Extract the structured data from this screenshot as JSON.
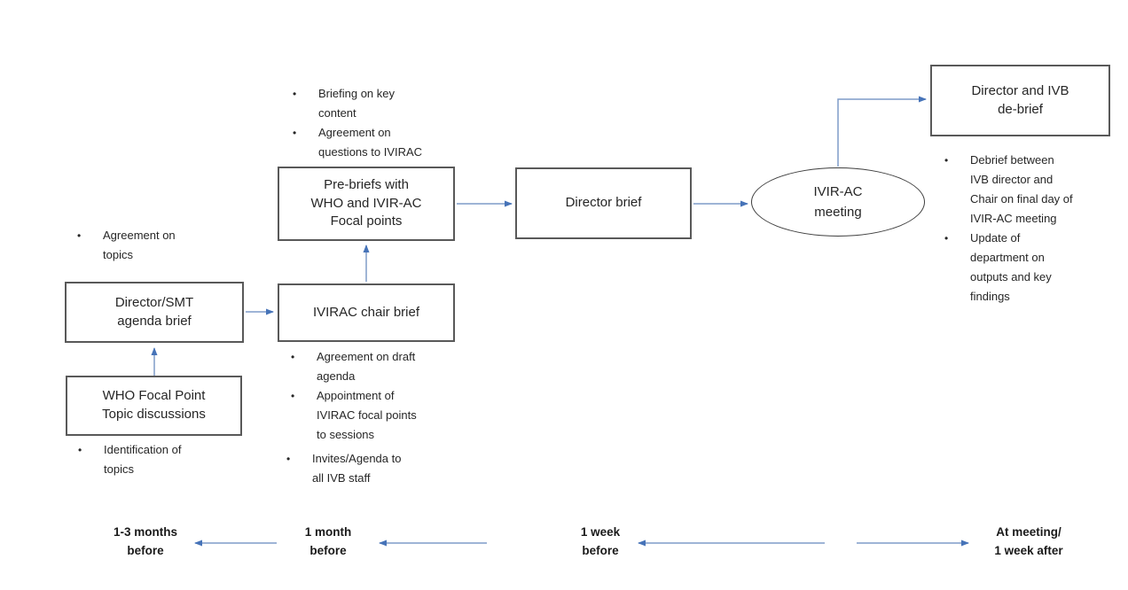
{
  "diagram": {
    "boxes": {
      "who_focal_point": "WHO Focal Point\nTopic discussions",
      "director_smt": "Director/SMT\nagenda brief",
      "ivirac_chair": "IVIRAC chair brief",
      "pre_briefs": "Pre-briefs with\nWHO and IVIR-AC\nFocal points",
      "director_brief": "Director brief",
      "ivirac_meeting": "IVIR-AC\nmeeting",
      "director_ivb_debrief": "Director and IVB\nde-brief"
    },
    "bullets": {
      "director_smt": [
        "Agreement on\ntopics"
      ],
      "who_focal_point": [
        "Identification of\ntopics"
      ],
      "pre_briefs": [
        "Briefing on key\ncontent",
        "Agreement on\nquestions to IVIRAC"
      ],
      "ivirac_chair": [
        "Agreement on draft\nagenda",
        "Appointment of\nIVIRAC focal points\nto sessions",
        "Invites/Agenda to\nall IVB staff"
      ],
      "director_ivb_debrief": [
        "Debrief between\nIVB director and\nChair on final day of\nIVIR-AC meeting",
        "Update of\ndepartment on\noutputs and key\nfindings"
      ]
    },
    "timeline": {
      "labels": [
        "1-3 months\nbefore",
        "1 month\nbefore",
        "1 week\nbefore",
        "At meeting/\n1 week after"
      ]
    },
    "colors": {
      "arrow_line": "#7f9cc9",
      "arrow_head": "#4673b8",
      "box_border": "#595959",
      "ellipse_border": "#3f3f3f",
      "text": "#262626"
    }
  }
}
